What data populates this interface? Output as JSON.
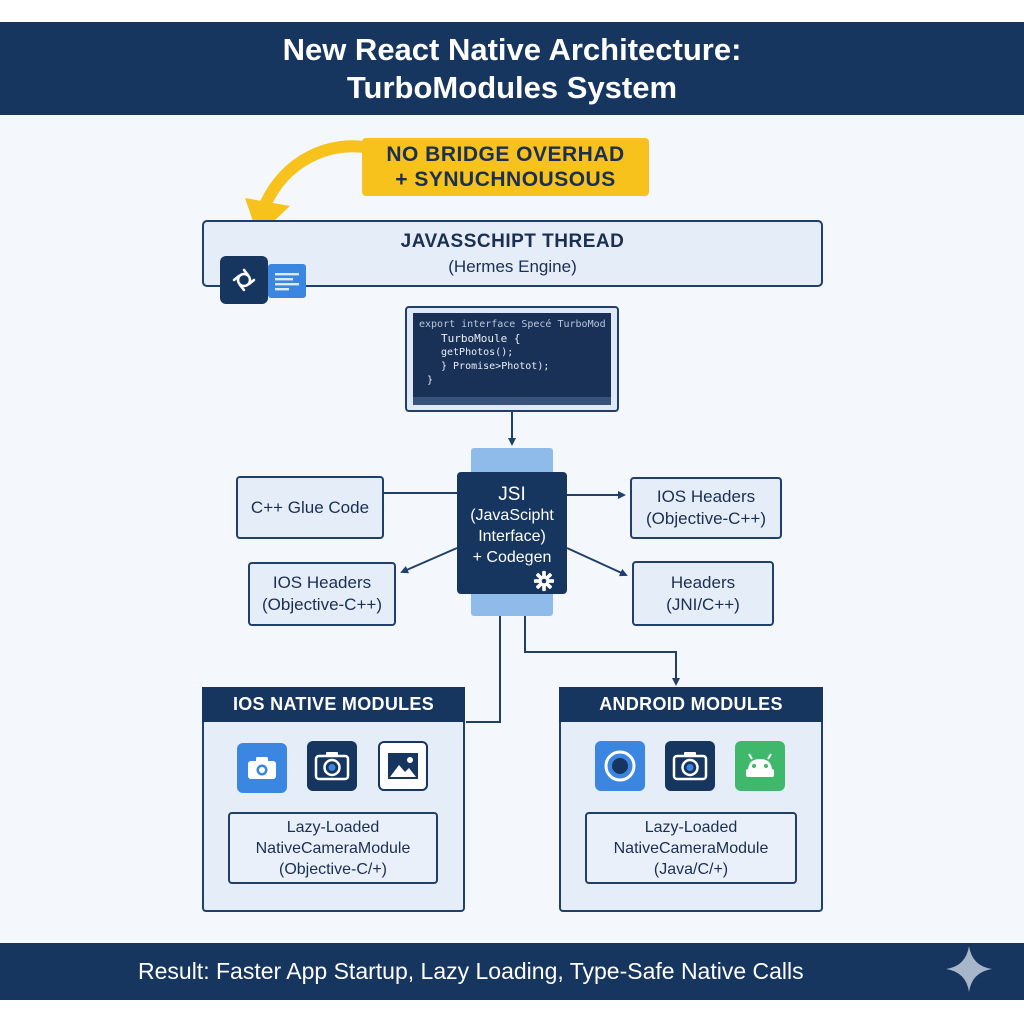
{
  "header": {
    "title_line1": "New React Native Architecture:",
    "title_line2": "TurboModules System"
  },
  "callout": {
    "line1": "NO BRIDGE OVERHAD",
    "line2": "+ SYNUCHNOUSOUS"
  },
  "js_thread": {
    "title": "JAVASSCHIPT THREAD",
    "subtitle": "(Hermes Engine)"
  },
  "code": {
    "lines": [
      "export interface Specé TurboModule {",
      "TurboMoule {",
      "getPhotos();",
      "}          Promise>Photot);",
      "}"
    ]
  },
  "jsi": {
    "line1": "JSI",
    "line2": "(JavaScipht",
    "line3": "Interface)",
    "line4": "+ Codegen"
  },
  "left_top": {
    "line1": "C++ Glue Code"
  },
  "left_bottom": {
    "line1": "IOS Headers",
    "line2": "(Objective-C++)"
  },
  "right_top": {
    "line1": "IOS Headers",
    "line2": "(Objective-C++)"
  },
  "right_bottom": {
    "line1": "Headers",
    "line2": "(JNI/C++)"
  },
  "ios_panel": {
    "title": "IOS NATIVE MODULES",
    "lazy_line1": "Lazy-Loaded",
    "lazy_line2": "NativeCameraModule",
    "lazy_line3": "(Objective-C/+)"
  },
  "android_panel": {
    "title": "ANDROID MODULES",
    "lazy_line1": "Lazy-Loaded",
    "lazy_line2": "NativeCameraModule",
    "lazy_line3": "(Java/C/+)"
  },
  "footer": {
    "text": "Result: Faster App Startup, Lazy Loading, Type-Safe Native Calls"
  },
  "colors": {
    "navy": "#16355f",
    "light_panel": "#e4edf8",
    "accent_yellow": "#f6c21b",
    "accent_blue": "#3a86e0",
    "accent_green": "#3fb86b"
  }
}
